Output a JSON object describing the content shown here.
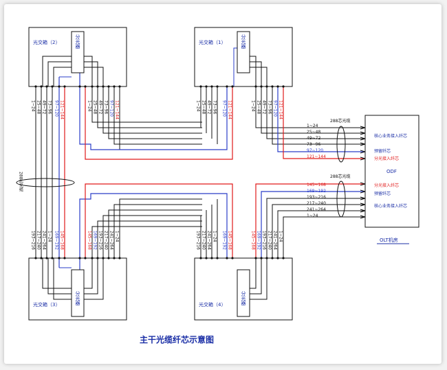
{
  "title": "主干光缆纤芯示意图",
  "boxes": {
    "top_left": "光交箱（2）",
    "top_right": "光交箱（1）",
    "bottom_left": "光交箱（3）",
    "bottom_right": "光交箱（4）"
  },
  "inner_tag": "分光器",
  "odf": {
    "box_label": "ODF",
    "room_label": "OLT机房"
  },
  "odf_labels_top": [
    "核心业务接入纤芯",
    "预留纤芯",
    "分光接入纤芯"
  ],
  "odf_labels_bottom": [
    "分光接入纤芯",
    "预留纤芯",
    "核心业务接入纤芯"
  ],
  "core_labels_top": [
    "1~24",
    "25~48",
    "49~72",
    "73~96",
    "97~120",
    "121~144"
  ],
  "core_labels_bottom": [
    "145~168",
    "169~192",
    "193~216",
    "217~240",
    "241~264",
    "1~24"
  ],
  "cable_label_top": "288芯光缆",
  "cable_label_bottom": "288芯光缆",
  "cable_label_left": "288芯光缆",
  "colors": {
    "black": "#111111",
    "blue": "#2a3cc8",
    "red": "#e01919",
    "label": "#1a2ea6"
  }
}
